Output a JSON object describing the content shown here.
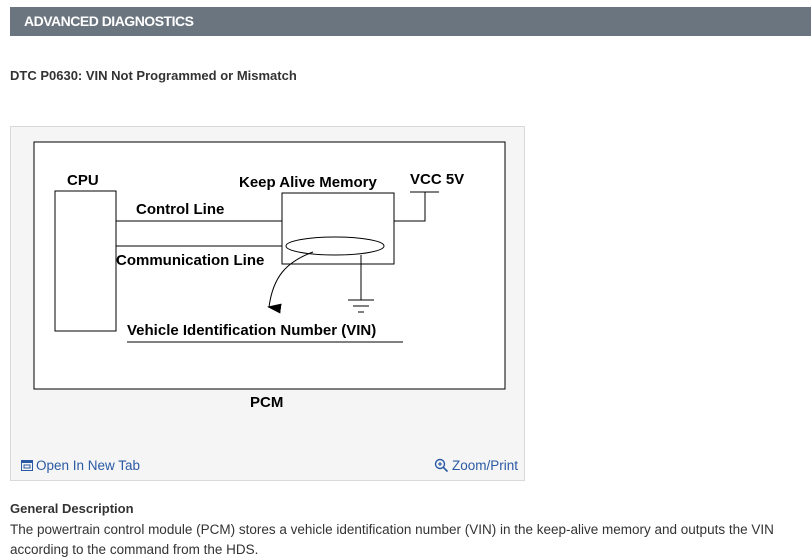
{
  "header": {
    "title": "ADVANCED DIAGNOSTICS"
  },
  "dtc": {
    "title": "DTC P0630: VIN Not Programmed or Mismatch"
  },
  "diagram": {
    "labels": {
      "cpu": "CPU",
      "kam": "Keep Alive Memory",
      "vcc": "VCC 5V",
      "control_line": "Control Line",
      "communication_line": "Communication Line",
      "vin": "Vehicle Identification Number (VIN)",
      "pcm": "PCM"
    }
  },
  "figure_links": {
    "open_new_tab": "Open In New Tab",
    "zoom_print": "Zoom/Print"
  },
  "description": {
    "heading": "General Description",
    "text": "The powertrain control module (PCM) stores a vehicle identification number (VIN) in the keep-alive memory and outputs the VIN according to the command from the HDS."
  },
  "colors": {
    "header_bg": "#6b7580",
    "link": "#2a5aa3"
  }
}
